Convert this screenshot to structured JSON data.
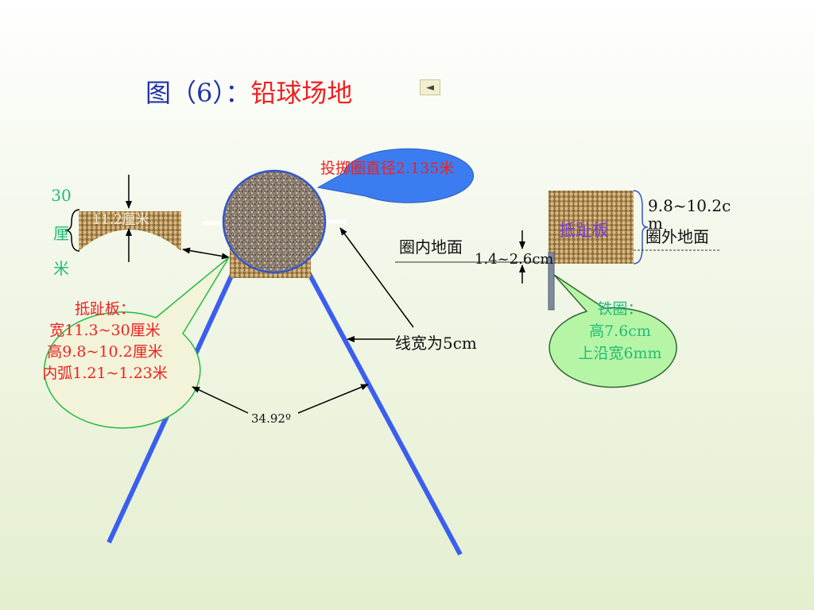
{
  "title": {
    "prefix": "图（6）：",
    "main": "铅球场地"
  },
  "back_button": {
    "icon": "◄"
  },
  "labels": {
    "circle_diameter": "投掷圈直径2.135米",
    "height_30cm": [
      "30",
      "厘",
      "米"
    ],
    "arc_width": "11.2厘米",
    "toeboard_spec": [
      "抵趾板：",
      "宽11.3~30厘米",
      "高9.8~10.2厘米",
      "内弧1.21~1.23米"
    ],
    "line_width": "线宽为5cm",
    "angle": "34.92º",
    "inner_ground": "圈内地面",
    "level_diff": "1.4~2.6cm",
    "toeboard": "抵趾板",
    "toeboard_height": "9.8~10.2cm",
    "outer_ground": "圈外地面",
    "iron_ring": [
      "铁圈：",
      "高7.6cm",
      "上沿宽6mm"
    ]
  },
  "colors": {
    "sector_line": "#3b5ef0",
    "callout_blue": "#3b7df0",
    "callout_green": "#b6f5a6",
    "toeboard_callout": "#f2f3d8"
  }
}
